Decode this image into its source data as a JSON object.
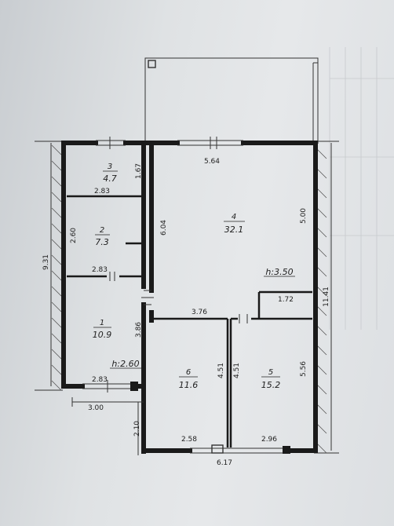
{
  "rooms": [
    {
      "number": "3",
      "area": "4.7"
    },
    {
      "number": "2",
      "area": "7.3"
    },
    {
      "number": "1",
      "area": "10.9"
    },
    {
      "number": "4",
      "area": "32.1"
    },
    {
      "number": "6",
      "area": "11.6"
    },
    {
      "number": "5",
      "area": "15.2"
    }
  ],
  "heights": {
    "left": "h:2.60",
    "right": "h:3.50"
  },
  "dimensions": {
    "r3_height": "1.67",
    "r3_width": "2.83",
    "r2_height": "2.60",
    "r2_width": "2.83",
    "total_left_height": "9.31",
    "r1_height": "3.86",
    "r1_width": "2.83",
    "bottom_left_width": "3.00",
    "corridor_height": "2.10",
    "hall_opening": "5.64",
    "hall_height_left": "6.04",
    "hall_height_right": "5.00",
    "hall_step": "1.72",
    "total_right_height": "11.41",
    "r6_top_width": "3.76",
    "partition_left": "4.51",
    "partition_right": "4.51",
    "r5_height": "5.56",
    "r6_bottom_width": "2.58",
    "r5_bottom_width": "2.96",
    "bottom_total_width": "6.17"
  }
}
